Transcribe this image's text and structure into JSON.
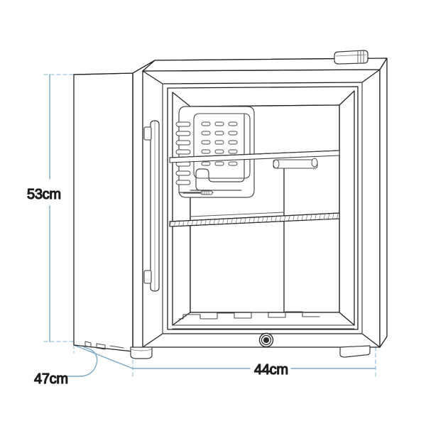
{
  "illustration": {
    "subject": "mini-fridge-glass-door-line-drawing",
    "background_color": "#ffffff",
    "line_color": "#231f20",
    "dimension_color": "#7ba7c7"
  },
  "dimensions": {
    "height": {
      "label": "53cm",
      "icon": "vertical-dimension-line",
      "position": "left"
    },
    "depth": {
      "label": "47cm",
      "icon": "depth-dimension-leader-line",
      "position": "bottom-left"
    },
    "width": {
      "label": "44cm",
      "icon": "horizontal-dimension-line",
      "position": "bottom"
    }
  },
  "product_parts": {
    "cabinet": "cabinet-body",
    "glass_door": "glass-door-panel",
    "door_frame": "door-frame",
    "handle": "vertical-bar-handle",
    "handle_bracket_top": "handle-bracket-top",
    "handle_bracket_bottom": "handle-bracket-bottom",
    "hinge_cap": "top-hinge-cap",
    "lock": "door-lock-keyhole",
    "evaporator": "evaporator-plate",
    "shelf_upper": "wire-shelf-upper",
    "shelf_lower": "wire-shelf-lower",
    "bottle_rack": "bottle-rack-divider",
    "foot_left": "leveling-foot-left",
    "foot_right": "leveling-foot-right"
  }
}
